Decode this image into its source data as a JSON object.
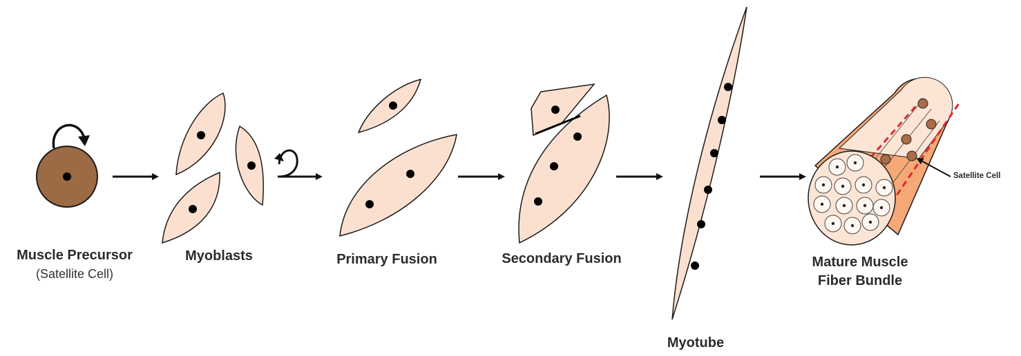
{
  "colors": {
    "cell_fill": "#fbe0d0",
    "cell_stroke": "#1a1a1a",
    "precursor_fill": "#9c6a44",
    "bundle_outer": "#f6a877",
    "bundle_inner": "#fde5d6",
    "dashed_line": "#e0282c",
    "satellite_dot": "#a86c46",
    "arrow": "#111111"
  },
  "stages": [
    {
      "id": "precursor",
      "label": "Muscle Precursor",
      "sublabel": "(Satellite Cell)"
    },
    {
      "id": "myoblasts",
      "label": "Myoblasts"
    },
    {
      "id": "primary-fusion",
      "label": "Primary Fusion"
    },
    {
      "id": "secondary-fusion",
      "label": "Secondary Fusion"
    },
    {
      "id": "myotube",
      "label": "Myotube"
    },
    {
      "id": "bundle",
      "label_line1": "Mature Muscle",
      "label_line2": "Fiber Bundle"
    }
  ],
  "annotation": {
    "satellite_cell": "Satellite Cell"
  },
  "icons": {
    "self_renewal": "curved-arrow-clockwise",
    "proliferation": "curved-arrow-loop",
    "step": "right-arrow"
  }
}
